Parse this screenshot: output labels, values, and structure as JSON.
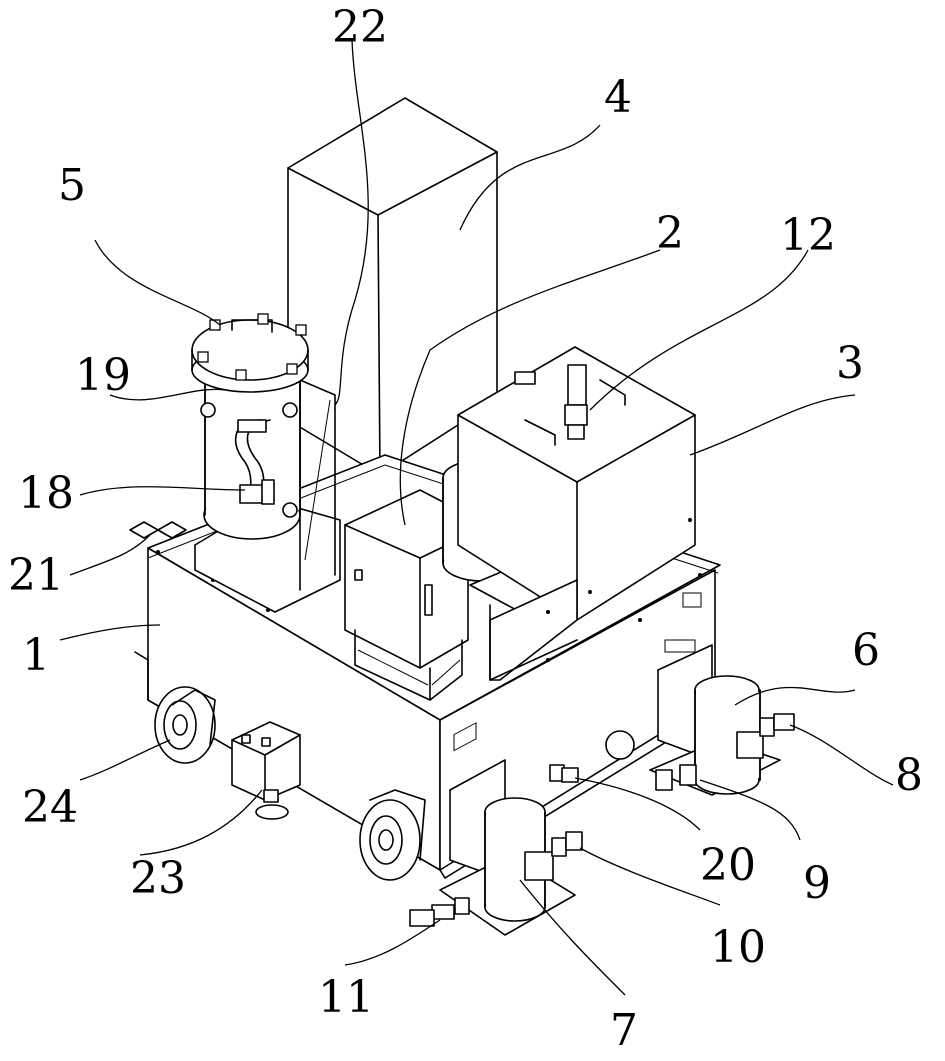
{
  "labels": {
    "l1": "1",
    "l2": "2",
    "l3": "3",
    "l4": "4",
    "l5": "5",
    "l6": "6",
    "l7": "7",
    "l8": "8",
    "l9": "9",
    "l10": "10",
    "l11": "11",
    "l12": "12",
    "l18": "18",
    "l19": "19",
    "l20": "20",
    "l21": "21",
    "l22": "22",
    "l23": "23",
    "l24": "24"
  }
}
